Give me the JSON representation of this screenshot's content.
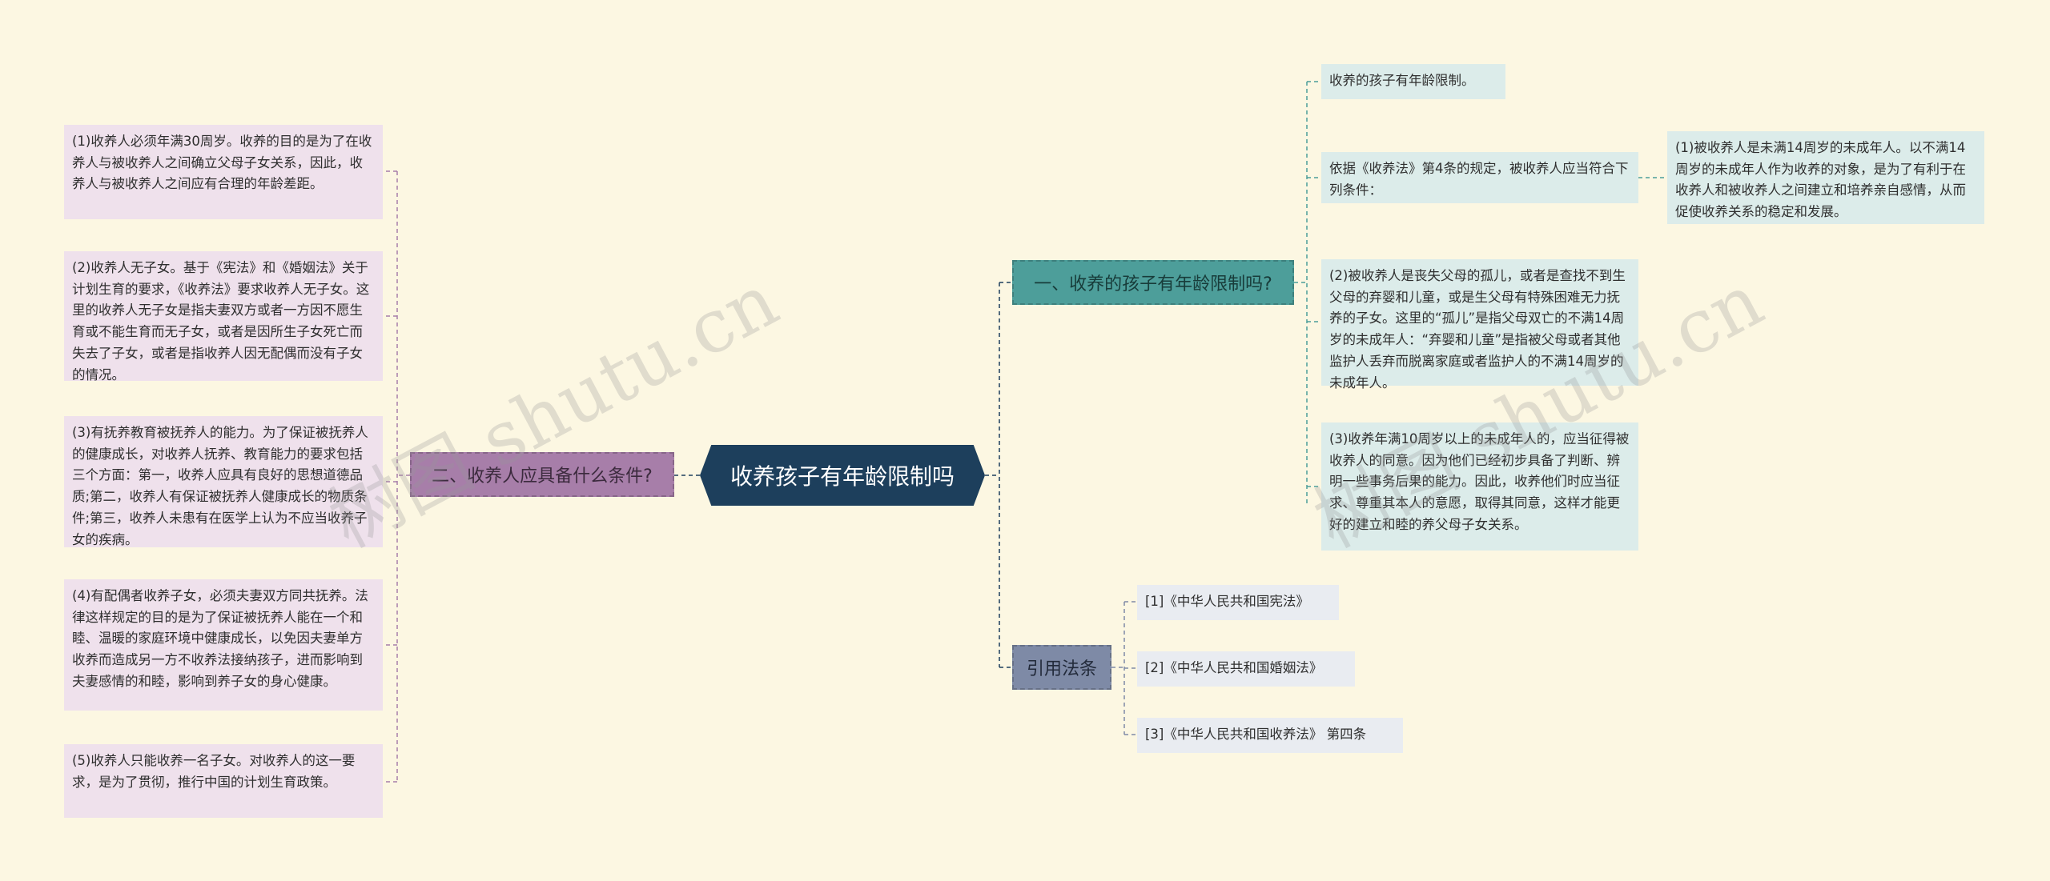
{
  "root": {
    "label": "收养孩子有年龄限制吗"
  },
  "left_branch": {
    "label": "二、收养人应具备什么条件?",
    "items": [
      "(1)收养人必须年满30周岁。收养的目的是为了在收养人与被收养人之间确立父母子女关系，因此，收养人与被收养人之间应有合理的年龄差距。",
      "(2)收养人无子女。基于《宪法》和《婚姻法》关于计划生育的要求，《收养法》要求收养人无子女。这里的收养人无子女是指夫妻双方或者一方因不愿生育或不能生育而无子女，或者是因所生子女死亡而失去了子女，或者是指收养人因无配偶而没有子女的情况。",
      "(3)有抚养教育被抚养人的能力。为了保证被抚养人的健康成长，对收养人抚养、教育能力的要求包括三个方面：第一，收养人应具有良好的思想道德品质;第二，收养人有保证被抚养人健康成长的物质条件;第三，收养人未患有在医学上认为不应当收养子女的疾病。",
      "(4)有配偶者收养子女，必须夫妻双方同共抚养。法律这样规定的目的是为了保证被抚养人能在一个和睦、温暖的家庭环境中健康成长，以免因夫妻单方收养而造成另一方不收养法接纳孩子，进而影响到夫妻感情的和睦，影响到养子女的身心健康。",
      "(5)收养人只能收养一名子女。对收养人的这一要求，是为了贯彻，推行中国的计划生育政策。"
    ]
  },
  "right_branch_1": {
    "label": "一、收养的孩子有年龄限制吗?",
    "items": [
      "收养的孩子有年龄限制。",
      "依据《收养法》第4条的规定，被收养人应当符合下列条件：",
      "(2)被收养人是丧失父母的孤儿，或者是查找不到生父母的弃婴和儿童，或是生父母有特殊困难无力抚养的子女。这里的“孤儿”是指父母双亡的不满14周岁的未成年人：“弃婴和儿童”是指被父母或者其他监护人丢弃而脱离家庭或者监护人的不满14周岁的未成年人。",
      "(3)收养年满10周岁以上的未成年人的，应当征得被收养人的同意。因为他们已经初步具备了判断、辨明一些事务后果的能力。因此，收养他们时应当征求、尊重其本人的意愿，取得其同意，这样才能更好的建立和睦的养父母子女关系。"
    ],
    "sub_item": "(1)被收养人是未满14周岁的未成年人。以不满14周岁的未成年人作为收养的对象，是为了有利于在收养人和被收养人之间建立和培养亲自感情，从而促使收养关系的稳定和发展。"
  },
  "right_branch_2": {
    "label": "引用法条",
    "items": [
      "[1]《中华人民共和国宪法》",
      "[2]《中华人民共和国婚姻法》",
      "[3]《中华人民共和国收养法》 第四条"
    ]
  },
  "watermarks": [
    "树图 shutu.cn",
    "树图 shutu.cn"
  ],
  "colors": {
    "background": "#fcf7e2",
    "root": "#1d3f5c",
    "left_branch": "#a77ea9",
    "right_branch_1": "#4d9e9a",
    "right_branch_2": "#7e8aa6",
    "left_leaf": "#efe1ec",
    "right_leaf": "#dcecea",
    "law_leaf": "#e9ecf1",
    "connector": "#8a9aa3"
  }
}
